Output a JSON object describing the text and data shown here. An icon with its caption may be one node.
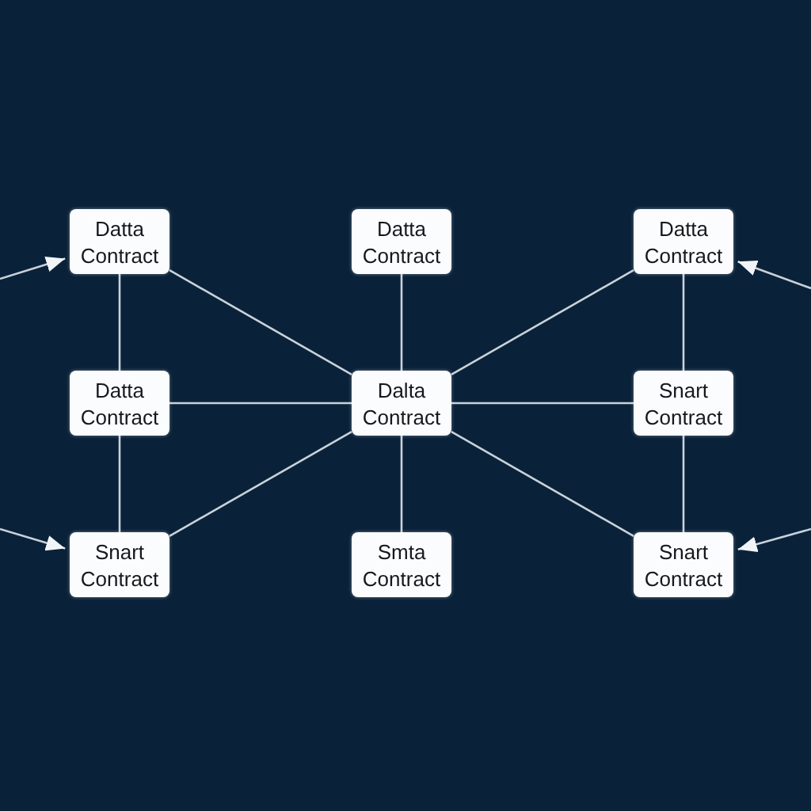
{
  "diagram": {
    "nodes": [
      {
        "text": [
          "Datta Contract"
        ]
      },
      {
        "text": [
          "Datta Contract"
        ]
      },
      {
        "text": [
          "Datta Contract"
        ]
      },
      {
        "text": [
          "Datta Contract"
        ]
      },
      {
        "text": [
          "Dalta Contract"
        ]
      },
      {
        "text": [
          "Snart Contract"
        ]
      },
      {
        "text": [
          "Snart Contract"
        ]
      },
      {
        "text": [
          "Smta Contract"
        ]
      },
      {
        "text": [
          "Snart Contract"
        ]
      }
    ],
    "edges": [
      {
        "from": null,
        "to": 0,
        "arrow": "to"
      },
      {
        "from": 0,
        "to": 3,
        "arrow": "none"
      },
      {
        "from": 0,
        "to": 4,
        "arrow": "none"
      },
      {
        "from": 1,
        "to": 4,
        "arrow": "none"
      },
      {
        "from": 2,
        "to": 4,
        "arrow": "none"
      },
      {
        "from": 2,
        "to": 5,
        "arrow": "none"
      },
      {
        "from": null,
        "to": 2,
        "arrow": "to"
      },
      {
        "from": 3,
        "to": 4,
        "arrow": "none"
      },
      {
        "from": 4,
        "to": 5,
        "arrow": "none"
      },
      {
        "from": 3,
        "to": 6,
        "arrow": "none"
      },
      {
        "from": 4,
        "to": 6,
        "arrow": "none"
      },
      {
        "from": 4,
        "to": 7,
        "arrow": "none"
      },
      {
        "from": 4,
        "to": 8,
        "arrow": "none"
      },
      {
        "from": 5,
        "to": 8,
        "arrow": "none"
      },
      {
        "from": null,
        "to": 6,
        "arrow": "to"
      },
      {
        "from": null,
        "to": 8,
        "arrow": "to"
      }
    ]
  }
}
